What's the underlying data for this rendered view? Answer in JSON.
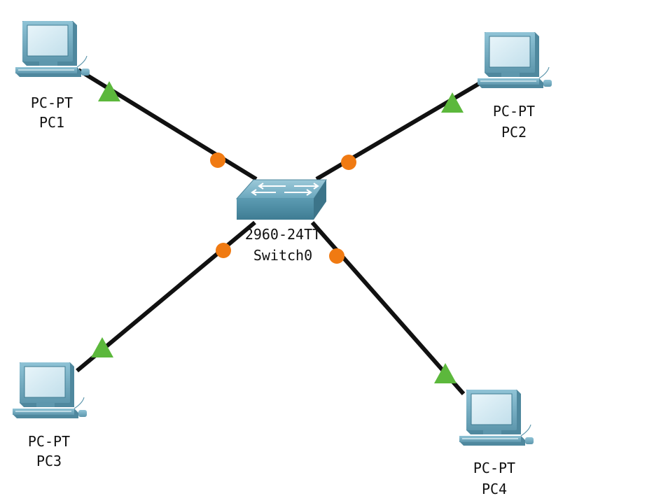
{
  "topology": {
    "colors": {
      "cable": "#111111",
      "link_up": "#5cb83c",
      "link_pending": "#f07a12",
      "device_frame": "#5e97ad",
      "device_screen": "#cfe6f0",
      "switch_body": "#5d9cb3"
    },
    "switch": {
      "model": "2960-24TT",
      "name": "Switch0",
      "icon": "switch-icon"
    },
    "pcs": [
      {
        "id": "pc1",
        "model": "PC-PT",
        "name": "PC1",
        "icon": "pc-icon"
      },
      {
        "id": "pc2",
        "model": "PC-PT",
        "name": "PC2",
        "icon": "pc-icon"
      },
      {
        "id": "pc3",
        "model": "PC-PT",
        "name": "PC3",
        "icon": "pc-icon"
      },
      {
        "id": "pc4",
        "model": "PC-PT",
        "name": "PC4",
        "icon": "pc-icon"
      }
    ],
    "links": [
      {
        "from": "pc1",
        "to": "switch",
        "pc_end_status": "up",
        "switch_end_status": "pending"
      },
      {
        "from": "pc2",
        "to": "switch",
        "pc_end_status": "up",
        "switch_end_status": "pending"
      },
      {
        "from": "pc3",
        "to": "switch",
        "pc_end_status": "up",
        "switch_end_status": "pending"
      },
      {
        "from": "pc4",
        "to": "switch",
        "pc_end_status": "up",
        "switch_end_status": "pending"
      }
    ]
  }
}
